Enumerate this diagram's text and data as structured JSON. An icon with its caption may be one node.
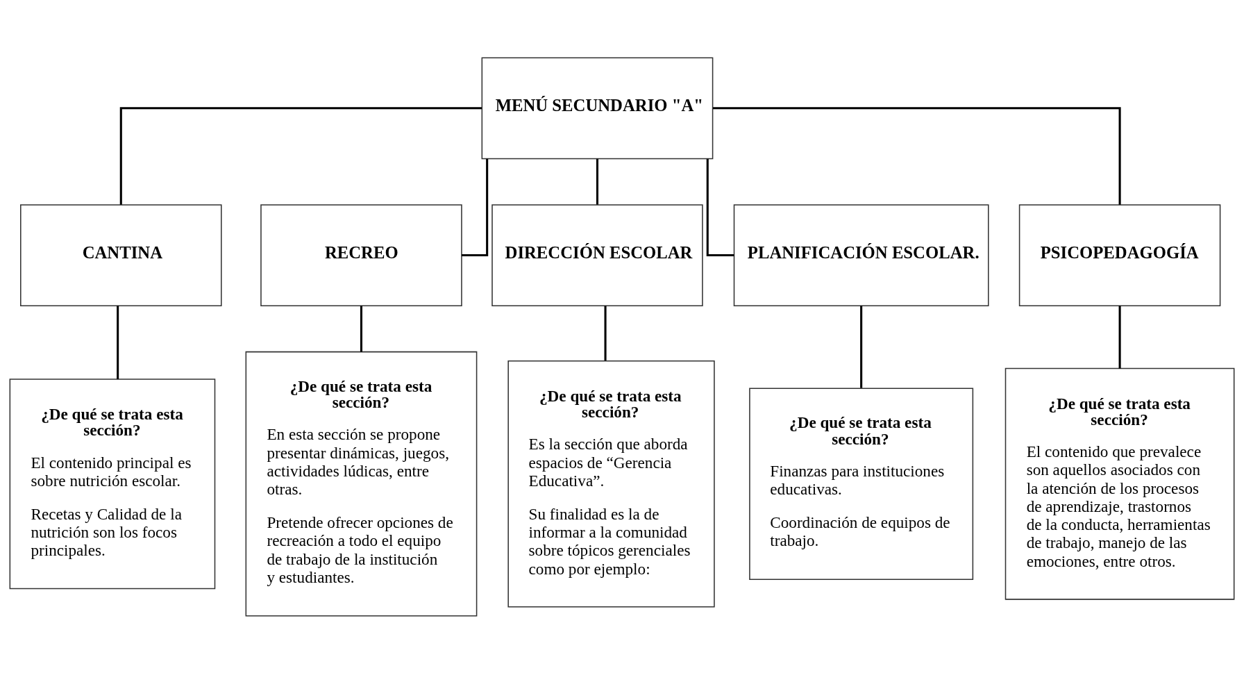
{
  "diagram": {
    "nodes": [
      {
        "text": [
          "MENÚ SECUNDARIO \"A\""
        ]
      },
      {
        "text": [
          "CANTINA"
        ]
      },
      {
        "text": [
          "RECREO"
        ]
      },
      {
        "text": [
          "DIRECCIÓN ESCOLAR"
        ]
      },
      {
        "text": [
          "PLANIFICACIÓN ESCOLAR."
        ]
      },
      {
        "text": [
          "PSICOPEDAGOGÍA"
        ]
      },
      {
        "text": [
          "¿De qué se trata esta sección?",
          "El contenido principal es sobre nutrición escolar.",
          "Recetas y Calidad de la nutrición son los focos principales."
        ]
      },
      {
        "text": [
          "¿De qué se trata esta sección?",
          "En esta sección se propone presentar dinámicas, juegos, actividades lúdicas, entre otras.",
          "Pretende ofrecer opciones de recreación a todo el equipo de trabajo de la institución y estudiantes."
        ]
      },
      {
        "text": [
          "¿De qué se trata esta sección?",
          "Es la sección que aborda espacios de “Gerencia Educativa”.",
          "Su finalidad es la de informar a la comunidad sobre tópicos gerenciales como por ejemplo:"
        ]
      },
      {
        "text": [
          "¿De qué se trata esta sección?",
          "Finanzas para instituciones educativas.",
          "Coordinación de equipos de trabajo."
        ]
      },
      {
        "text": [
          "¿De qué se trata esta sección?",
          "El contenido que prevalece son aquellos asociados con la atención de los procesos de aprendizaje, trastornos de la conducta, herramientas de trabajo, manejo de las emociones, entre otros."
        ]
      }
    ],
    "edges": [
      {
        "from": 0,
        "to": 1,
        "arrow": "none"
      },
      {
        "from": 0,
        "to": 2,
        "arrow": "none"
      },
      {
        "from": 0,
        "to": 3,
        "arrow": "none"
      },
      {
        "from": 0,
        "to": 4,
        "arrow": "none"
      },
      {
        "from": 0,
        "to": 5,
        "arrow": "none"
      },
      {
        "from": 1,
        "to": 6,
        "arrow": "none"
      },
      {
        "from": 2,
        "to": 7,
        "arrow": "none"
      },
      {
        "from": 3,
        "to": 8,
        "arrow": "none"
      },
      {
        "from": 4,
        "to": 9,
        "arrow": "none"
      },
      {
        "from": 5,
        "to": 10,
        "arrow": "none"
      }
    ]
  }
}
